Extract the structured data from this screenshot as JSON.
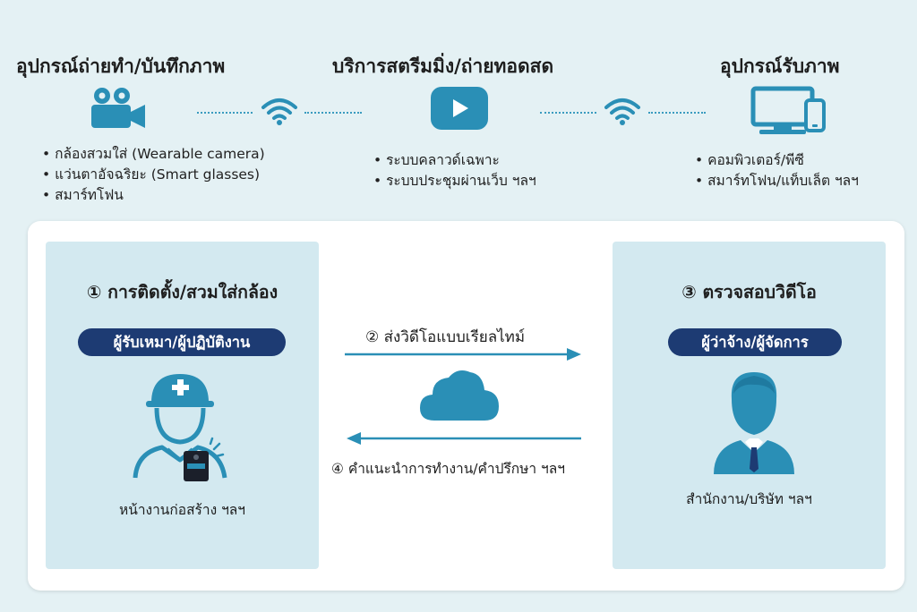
{
  "top": {
    "capture": {
      "title": "อุปกรณ์ถ่ายทำ/บันทึกภาพ",
      "icon": "video-camera-icon",
      "items": [
        "กล้องสวมใส่ (Wearable camera)",
        "แว่นตาอัจฉริยะ (Smart glasses)",
        "สมาร์ทโฟน"
      ]
    },
    "streaming": {
      "title": "บริการสตรีมมิ่ง/ถ่ายทอดสด",
      "icon": "play-button-icon",
      "items": [
        "ระบบคลาวด์เฉพาะ",
        "ระบบประชุมผ่านเว็บ ฯลฯ"
      ]
    },
    "receiver": {
      "title": "อุปกรณ์รับภาพ",
      "icon": "monitor-phone-icon",
      "items": [
        "คอมพิวเตอร์/พีซี",
        "สมาร์ทโฟน/แท็บเล็ต ฯลฯ"
      ]
    }
  },
  "left_box": {
    "title": "① การติดตั้ง/สวมใส่กล้อง",
    "role": "ผู้รับเหมา/ผู้ปฏิบัติงาน",
    "location": "หน้างานก่อสร้าง ฯลฯ"
  },
  "right_box": {
    "title": "③ ตรวจสอบวิดีโอ",
    "role": "ผู้ว่าจ้าง/ผู้จัดการ",
    "location": "สำนักงาน/บริษัท ฯลฯ"
  },
  "flow": {
    "send": "② ส่งวิดีโอแบบเรียลไทม์",
    "feedback": "④ คำแนะนำการทำงาน/คำปรึกษา ฯลฯ"
  },
  "colors": {
    "accent": "#2a8fb6",
    "navy": "#1d3b73",
    "box_bg": "#d3e9f0",
    "page_bg": "#e4f1f4"
  }
}
